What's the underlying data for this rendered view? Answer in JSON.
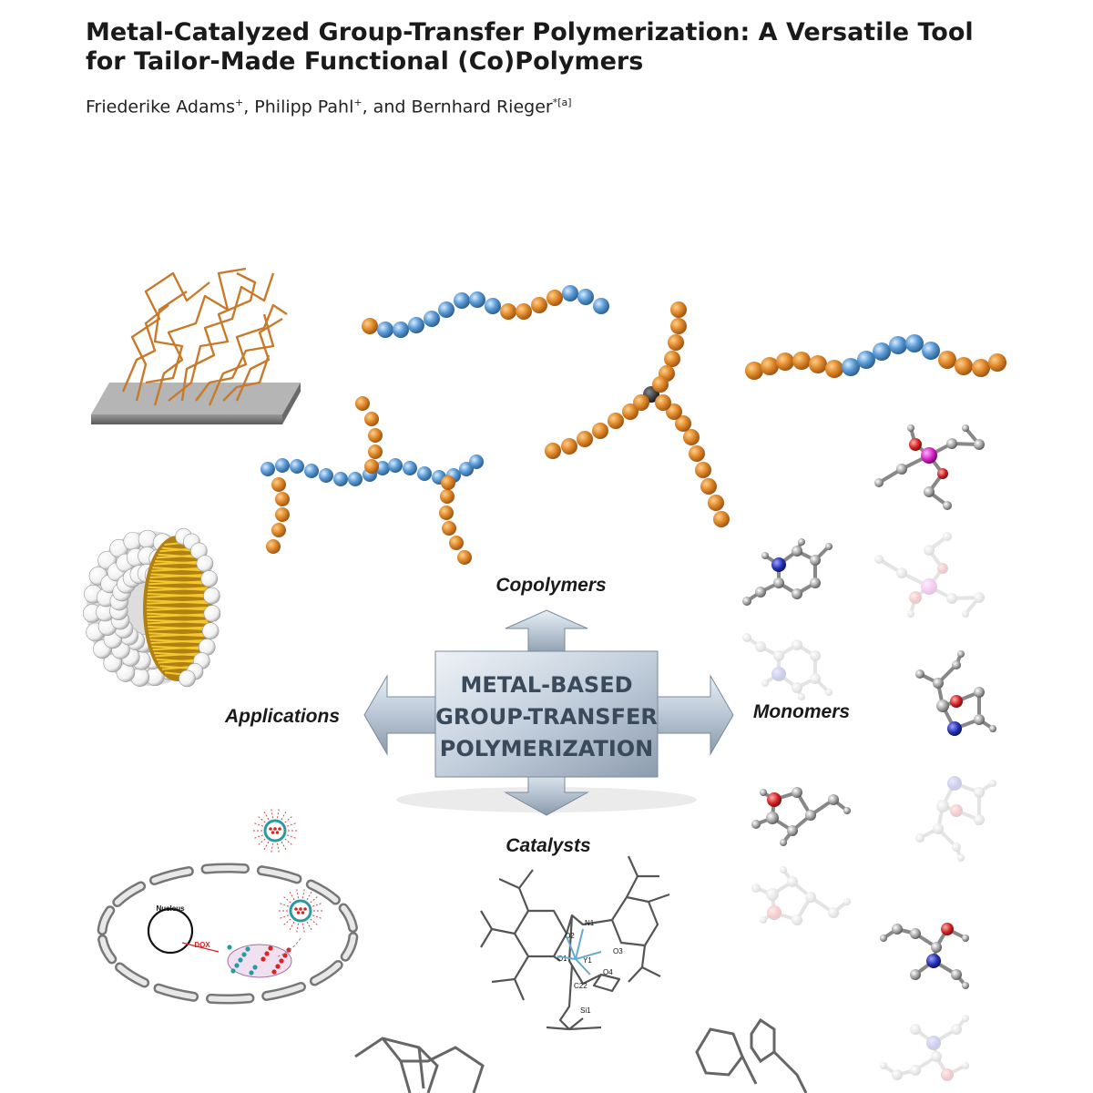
{
  "paper": {
    "title_line1": "Metal-Catalyzed Group-Transfer Polymerization: A Versatile Tool",
    "title_line2": "for Tailor-Made Functional (Co)Polymers",
    "authors_text": "Friederike Adams",
    "author1_sup": "+",
    "author2": ", Philipp Pahl",
    "author2_sup": "+",
    "author3": ", and Bernhard Rieger",
    "author3_sup": "*[a]"
  },
  "graphic": {
    "center_line1": "METAL-BASED",
    "center_line2": "GROUP-TRANSFER",
    "center_line3": "POLYMERIZATION",
    "label_top": "Copolymers",
    "label_left": "Applications",
    "label_right": "Monomers",
    "label_bottom": "Catalysts",
    "cell_nucleus": "Nucleus",
    "cell_dox": "DOX",
    "atom_labels": [
      "N1",
      "O2",
      "O1",
      "Y1",
      "O3",
      "O4",
      "C22",
      "Si1"
    ]
  },
  "colors": {
    "orange_bead": "#d9842a",
    "blue_bead": "#5b9bd5",
    "arrow_fill": "#c7d3e0",
    "gold": "#e0b020"
  }
}
